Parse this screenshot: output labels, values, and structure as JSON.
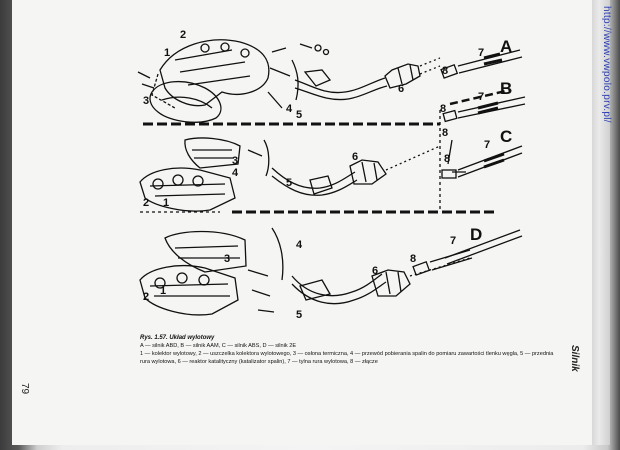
{
  "scan": {
    "url_text": "http://www.vwpolo.prv.pl/",
    "page_number": "79",
    "section": "Silnik"
  },
  "figure": {
    "caption_title": "Rys. 1.57. Układ wylotowy",
    "caption_line1": "A — silnik ABD, B — silnik AAM, C — silnik ABS, D — silnik 2E",
    "caption_line2": "1 — kolektor wylotowy, 2 — uszczelka kolektora wylotowego, 3 — osłona termiczna, 4 — przewód pobierania spalin do pomiaru zawartości tlenku węgla, 5 — przednia rura wylotowa, 6 — reaktor katalityczny (katalizator spalin), 7 — tylna rura wylotowa, 8 — złącze",
    "variants": {
      "a": "A",
      "b": "B",
      "c": "C",
      "d": "D"
    },
    "parts": {
      "p1": "1",
      "p2": "2",
      "p3": "3",
      "p4": "4",
      "p5": "5",
      "p6": "6",
      "p7": "7",
      "p8": "8"
    }
  },
  "colors": {
    "page": "#f5f5f3",
    "ink": "#111111",
    "url": "#2a3fb4"
  }
}
